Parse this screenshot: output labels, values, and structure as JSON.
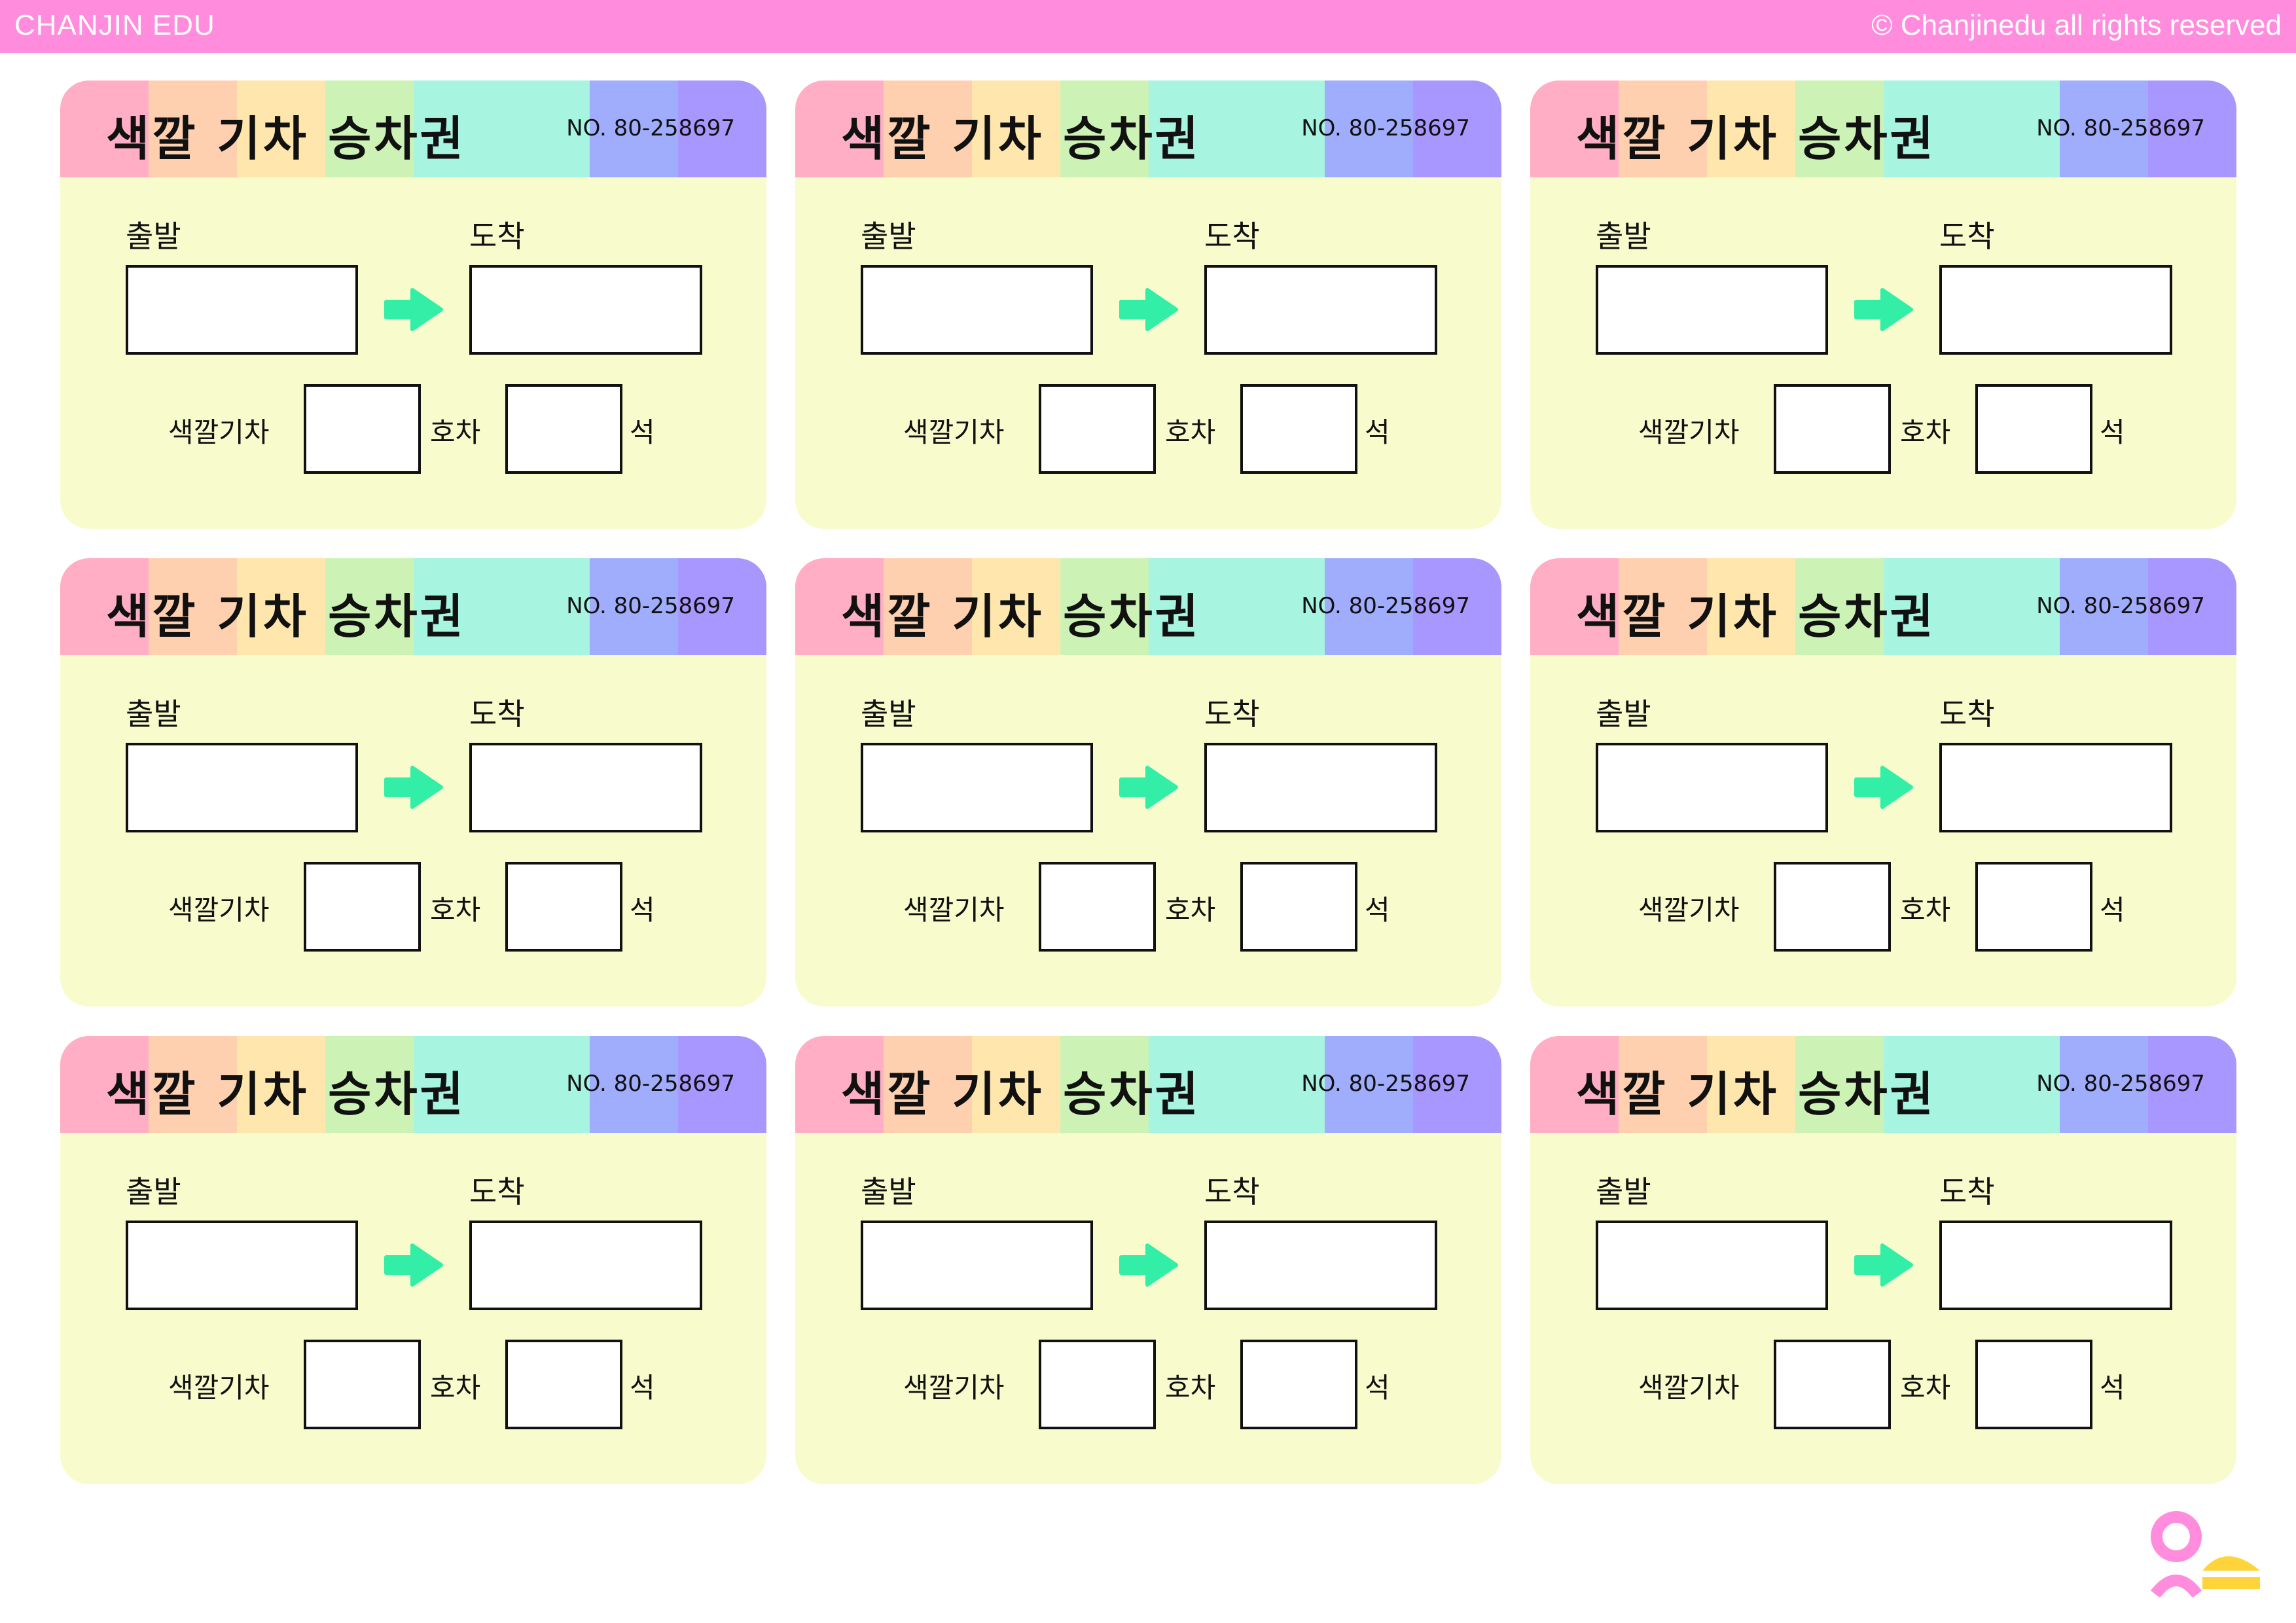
{
  "header": {
    "brand": "CHANJIN EDU",
    "copyright": "© Chanjinedu all rights reserved"
  },
  "colors": {
    "topbar": "#ff8cdc",
    "card": "#f8fccd",
    "arrow": "#33eea6",
    "stripes": [
      "#ffaec5",
      "#ffd0b0",
      "#ffe6ad",
      "#ccf3b5",
      "#a7f4e1",
      "#a7f4e1",
      "#a0acfc",
      "#a897ff"
    ],
    "logo_pink": "#ff8cdc",
    "logo_yellow": "#ffd43b"
  },
  "ticket": {
    "title": "색깔 기차 승차권",
    "number": "NO. 80-258697",
    "departure_label": "출발",
    "arrival_label": "도착",
    "train_label": "색깔기차",
    "car_label": "호차",
    "seat_label": "석"
  },
  "tickets": [
    {
      "departure": "",
      "arrival": "",
      "car": "",
      "seat": ""
    },
    {
      "departure": "",
      "arrival": "",
      "car": "",
      "seat": ""
    },
    {
      "departure": "",
      "arrival": "",
      "car": "",
      "seat": ""
    },
    {
      "departure": "",
      "arrival": "",
      "car": "",
      "seat": ""
    },
    {
      "departure": "",
      "arrival": "",
      "car": "",
      "seat": ""
    },
    {
      "departure": "",
      "arrival": "",
      "car": "",
      "seat": ""
    },
    {
      "departure": "",
      "arrival": "",
      "car": "",
      "seat": ""
    },
    {
      "departure": "",
      "arrival": "",
      "car": "",
      "seat": ""
    },
    {
      "departure": "",
      "arrival": "",
      "car": "",
      "seat": ""
    }
  ],
  "logo": {
    "name": "chanjin-edu-logo"
  }
}
